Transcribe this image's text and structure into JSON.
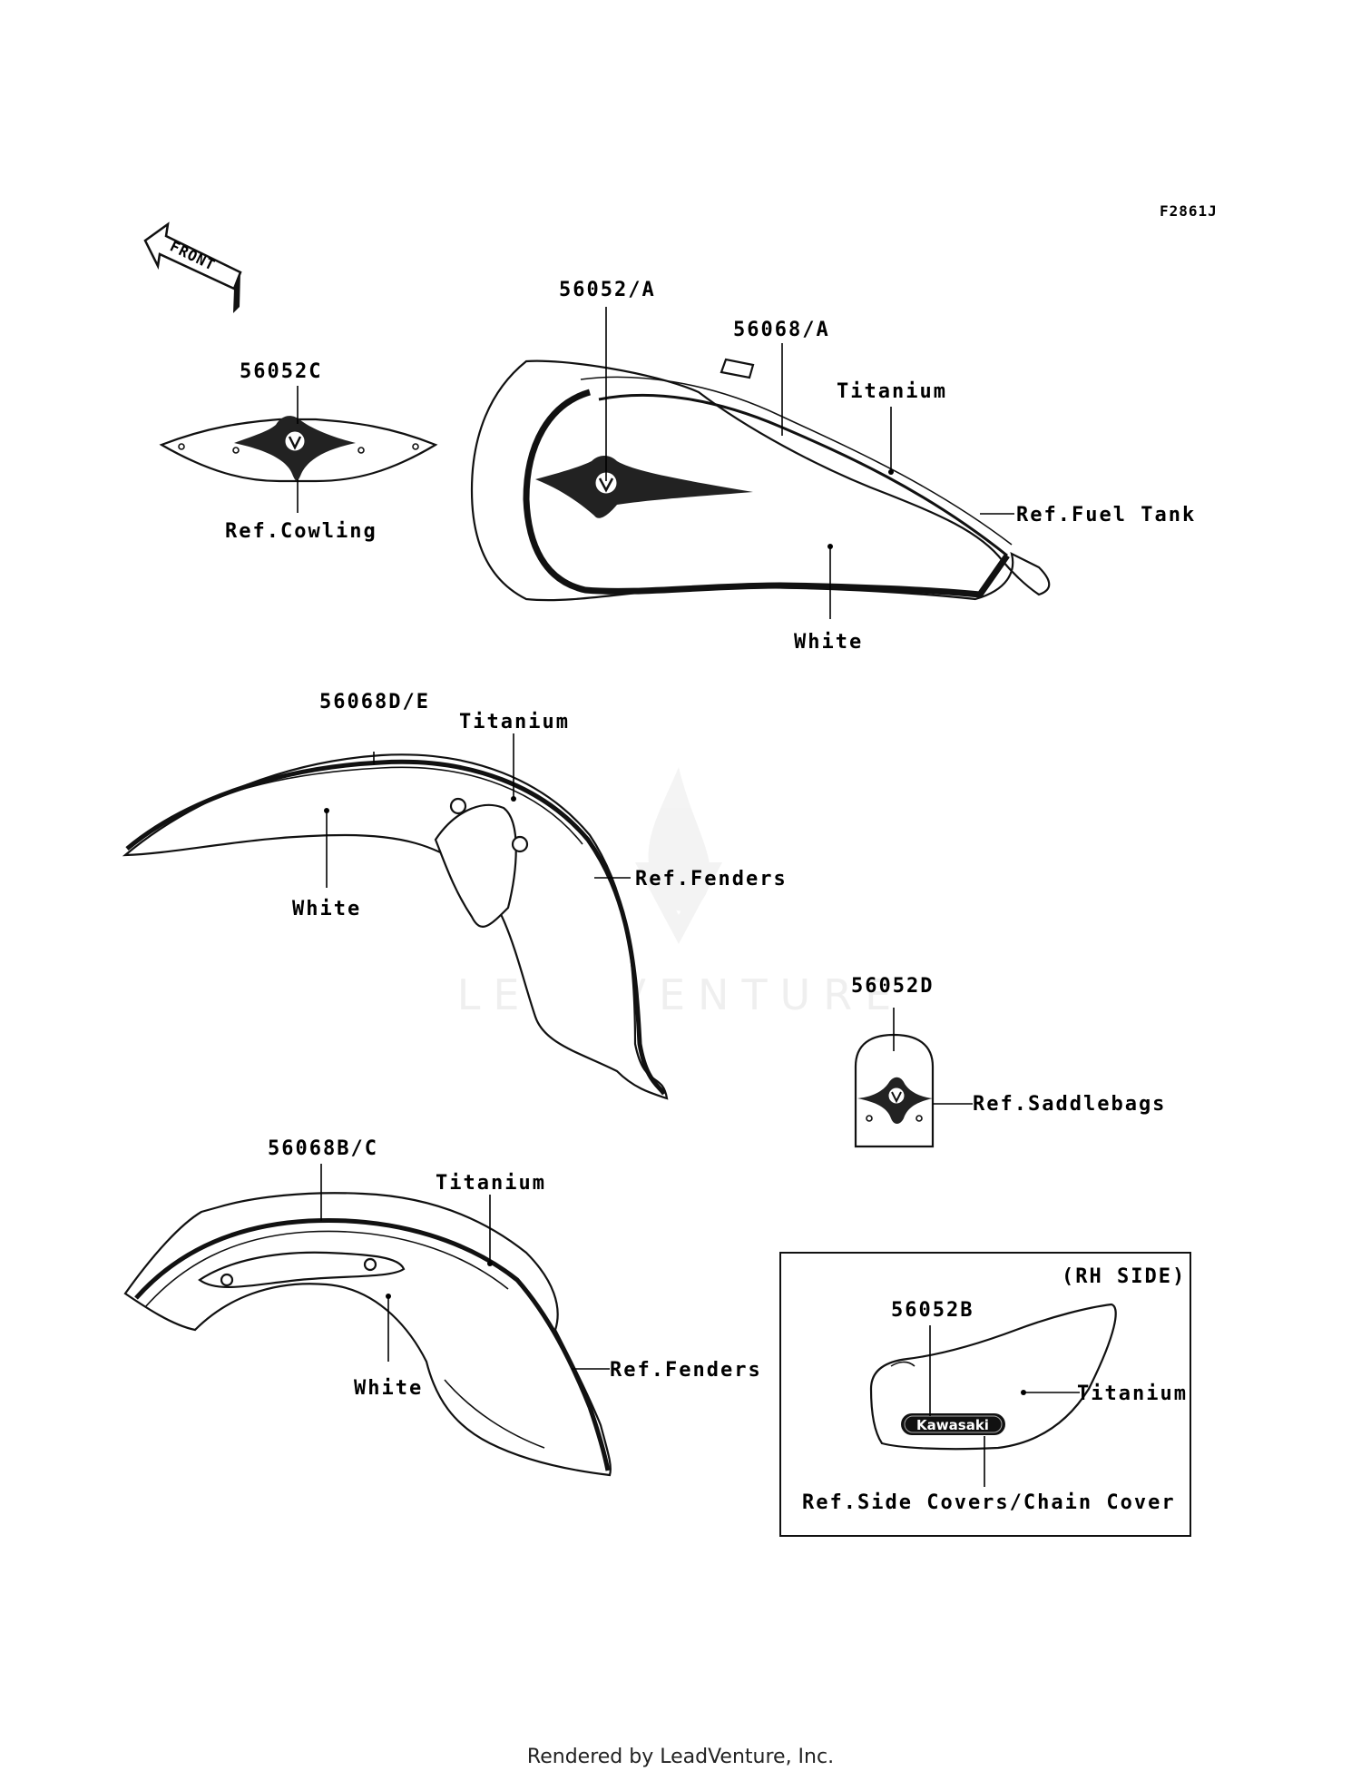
{
  "figure_code": "F2861J",
  "front_arrow_label": "FRONT",
  "callouts": {
    "tank_emblem": "56052/A",
    "tank_stripe": "56068/A",
    "tank_titanium": "Titanium",
    "tank_ref": "Ref.Fuel Tank",
    "tank_white": "White",
    "cowling_emblem": "56052C",
    "cowling_ref": "Ref.Cowling",
    "front_fender_stripe": "56068D/E",
    "front_fender_titanium": "Titanium",
    "front_fender_white": "White",
    "front_fender_ref": "Ref.Fenders",
    "saddlebag_emblem": "56052D",
    "saddlebag_ref": "Ref.Saddlebags",
    "rear_fender_stripe": "56068B/C",
    "rear_fender_titanium": "Titanium",
    "rear_fender_white": "White",
    "rear_fender_ref": "Ref.Fenders"
  },
  "inset": {
    "title": "(RH SIDE)",
    "part": "56052B",
    "color": "Titanium",
    "ref": "Ref.Side Covers/Chain Cover",
    "badge_text": "Kawasaki"
  },
  "watermark": "LEADVENTURE",
  "footer": "Rendered by LeadVenture, Inc."
}
